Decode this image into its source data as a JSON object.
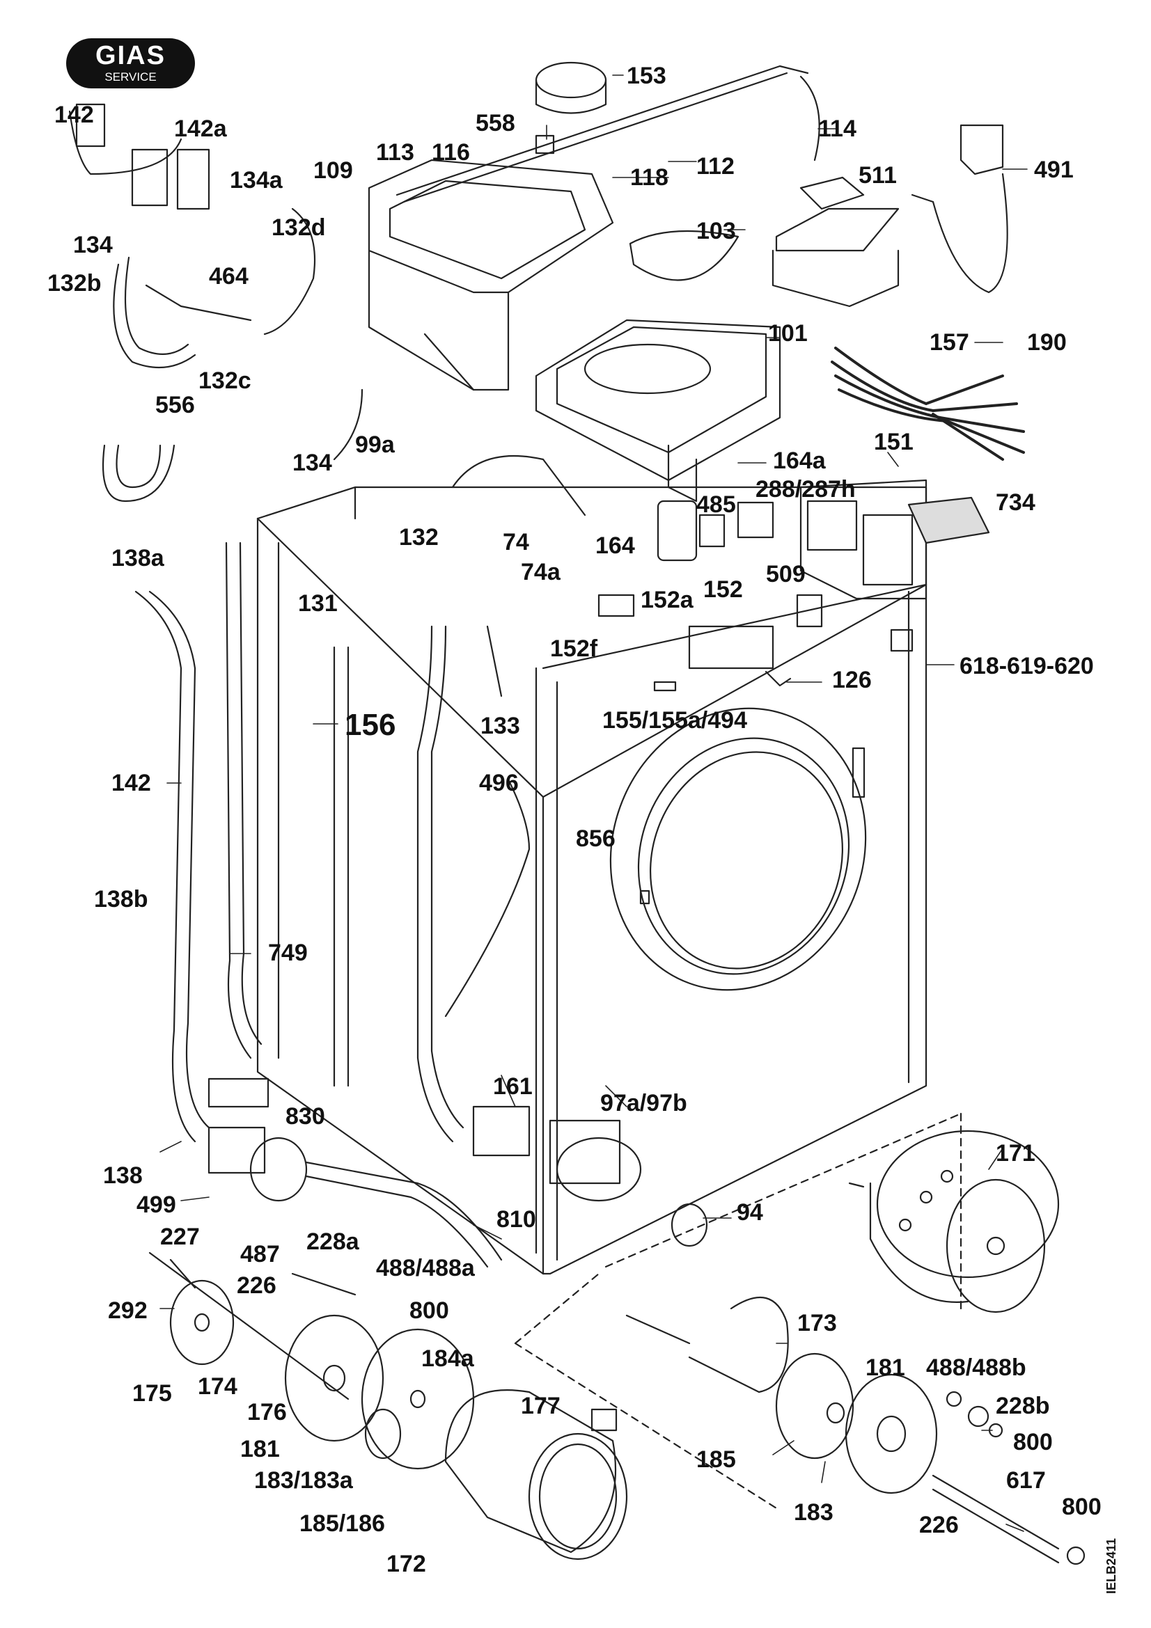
{
  "logo": {
    "brand": "GIAS",
    "service": "SERVICE"
  },
  "drawing_code": "IELB2411",
  "labels": {
    "l142_top": "142",
    "l142a": "142a",
    "l134a": "134a",
    "l134_top": "134",
    "l132b": "132b",
    "l132d": "132d",
    "l464": "464",
    "l132c": "132c",
    "l109": "109",
    "l113": "113",
    "l116": "116",
    "l558": "558",
    "l153": "153",
    "l112": "112",
    "l118": "118",
    "l114": "114",
    "l511": "511",
    "l491": "491",
    "l103": "103",
    "l101": "101",
    "l157": "157",
    "l190": "190",
    "l556": "556",
    "l99a": "99a",
    "l138a": "138a",
    "l134_mid": "134",
    "l132": "132",
    "l131": "131",
    "l74": "74",
    "l74a": "74a",
    "l164": "164",
    "l164a": "164a",
    "l151": "151",
    "l288": "288/287h",
    "l485": "485",
    "l734": "734",
    "l509": "509",
    "l152": "152",
    "l152a": "152a",
    "l152f": "152f",
    "l618": "618-619-620",
    "l126": "126",
    "l133": "133",
    "l156": "156",
    "l155": "155/155a/494",
    "l142_mid": "142",
    "l496": "496",
    "l856": "856",
    "l138b": "138b",
    "l749": "749",
    "l161": "161",
    "l97": "97a/97b",
    "l830": "830",
    "l138": "138",
    "l499": "499",
    "l810": "810",
    "l94": "94",
    "l171": "171",
    "l227": "227",
    "l487": "487",
    "l228a": "228a",
    "l488a": "488/488a",
    "l292": "292",
    "l226_left": "226",
    "l800_a": "800",
    "l184a": "184a",
    "l175": "175",
    "l174": "174",
    "l176": "176",
    "l181_left": "181",
    "l183a": "183/183a",
    "l185_186": "185/186",
    "l172": "172",
    "l177": "177",
    "l173": "173",
    "l181_right": "181",
    "l488b": "488/488b",
    "l228b": "228b",
    "l800_b": "800",
    "l185": "185",
    "l183": "183",
    "l226_right": "226",
    "l617": "617",
    "l800_c": "800"
  }
}
